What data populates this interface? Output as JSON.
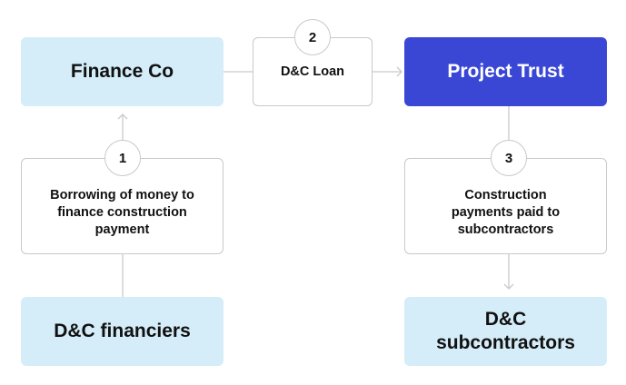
{
  "entities": {
    "finance_co": "Finance Co",
    "project_trust": "Project Trust",
    "financiers": "D&C financiers",
    "subcontractors": "D&C subcontractors"
  },
  "steps": [
    {
      "number": "1",
      "label": "Borrowing of money to finance construction payment"
    },
    {
      "number": "2",
      "label": "D&C Loan"
    },
    {
      "number": "3",
      "label": "Construction payments paid to subcontractors"
    }
  ],
  "colors": {
    "entity_fill": "#d4edf8",
    "primary_fill": "#3a47d5",
    "border": "#c9c9c9",
    "text": "#111111"
  }
}
